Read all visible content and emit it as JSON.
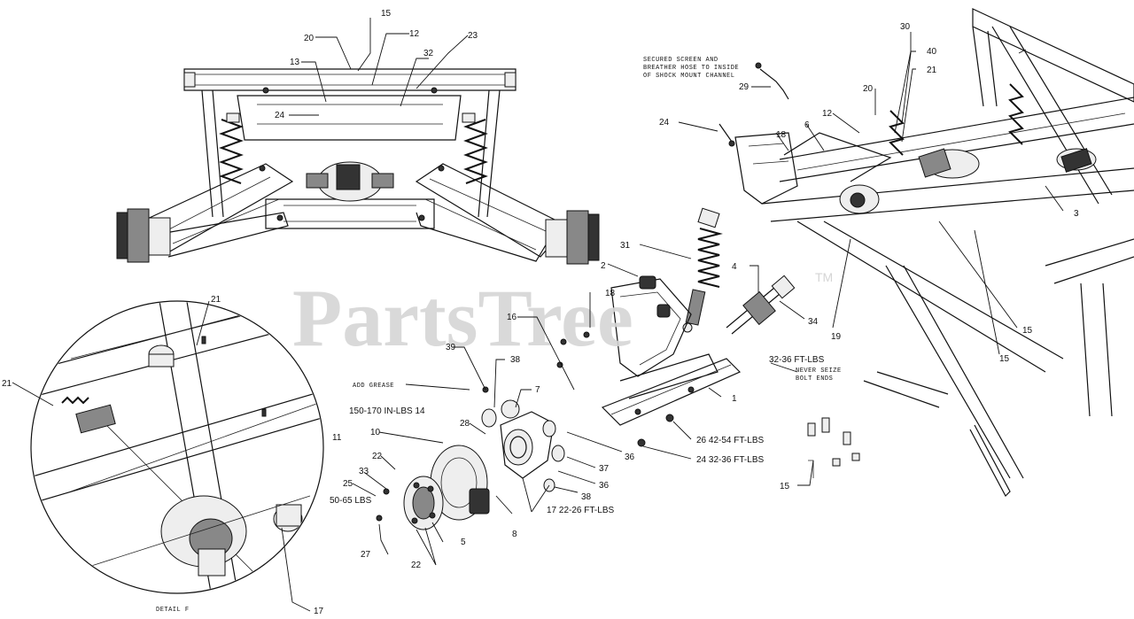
{
  "watermark": {
    "text": "PartsTree",
    "trademark": "TM"
  },
  "notes": {
    "breather_line1": "SECURED SCREEN AND",
    "breather_line2": "BREATHER HOSE TO INSIDE",
    "breather_line3": "OF SHOCK MOUNT CHANNEL",
    "add_grease": "ADD GREASE",
    "never_seize_line1": "NEVER SEIZE",
    "never_seize_line2": "BOLT ENDS",
    "detail": "DETAIL F"
  },
  "callouts": {
    "c15_top": "15",
    "c20_top": "20",
    "c12_top": "12",
    "c23": "23",
    "c32": "32",
    "c13": "13",
    "c24_top": "24",
    "c29": "29",
    "c30": "30",
    "c40": "40",
    "c21_right": "21",
    "c20_right": "20",
    "c24_right": "24",
    "c12_right": "12",
    "c6": "6",
    "c18_right": "18",
    "c3": "3",
    "c31": "31",
    "c2": "2",
    "c18_mid": "18",
    "c16": "16",
    "c4": "4",
    "c34": "34",
    "c19": "19",
    "c15_right1": "15",
    "c15_right2": "15",
    "c21_detail_top": "21",
    "c21_detail_left": "21",
    "c39": "39",
    "c38_top": "38",
    "c7": "7",
    "c14": "150-170 IN-LBS 14",
    "c28": "28",
    "c10": "10",
    "c11": "11",
    "c1": "1",
    "c26": "26 42-54 FT-LBS",
    "c24_mid": "24 32-36 FT-LBS",
    "c36_top": "36",
    "c37": "37",
    "c36_bot": "36",
    "c38_bot": "38",
    "c22_top": "22",
    "c33": "33",
    "c25": "25",
    "c50": "50-65 LBS",
    "c17_mid": "17 22-26 FT-LBS",
    "c8": "8",
    "c5": "5",
    "c27": "27",
    "c22_bot": "22",
    "c17_bot": "17",
    "c15_bot": "15",
    "torque_32_36": "32-36 FT-LBS"
  }
}
